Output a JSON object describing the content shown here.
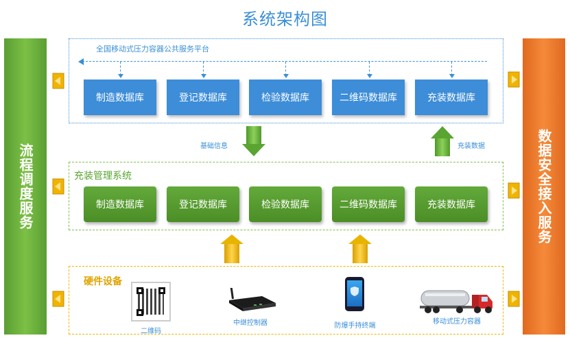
{
  "title": "系统架构图",
  "left_bar": "流程调度服务",
  "right_bar": "数据安全接入服务",
  "platform": {
    "label": "全国移动式压力容器公共服务平台",
    "databases": [
      "制造数据库",
      "登记数据库",
      "检验数据库",
      "二维码数据库",
      "充装数据库"
    ]
  },
  "flows": {
    "down_label": "基础信息",
    "up_label": "充装数据"
  },
  "management": {
    "label": "充装管理系统",
    "databases": [
      "制造数据库",
      "登记数据库",
      "检验数据库",
      "二维码数据库",
      "充装数据库"
    ]
  },
  "hardware": {
    "label": "硬件设备",
    "devices": [
      "二维码",
      "中继控制器",
      "防爆手持终端",
      "移动式压力容器"
    ]
  },
  "colors": {
    "blue": "#3d8dd8",
    "green": "#5aa431",
    "orange": "#f58a3a",
    "yellow": "#f0b400"
  }
}
